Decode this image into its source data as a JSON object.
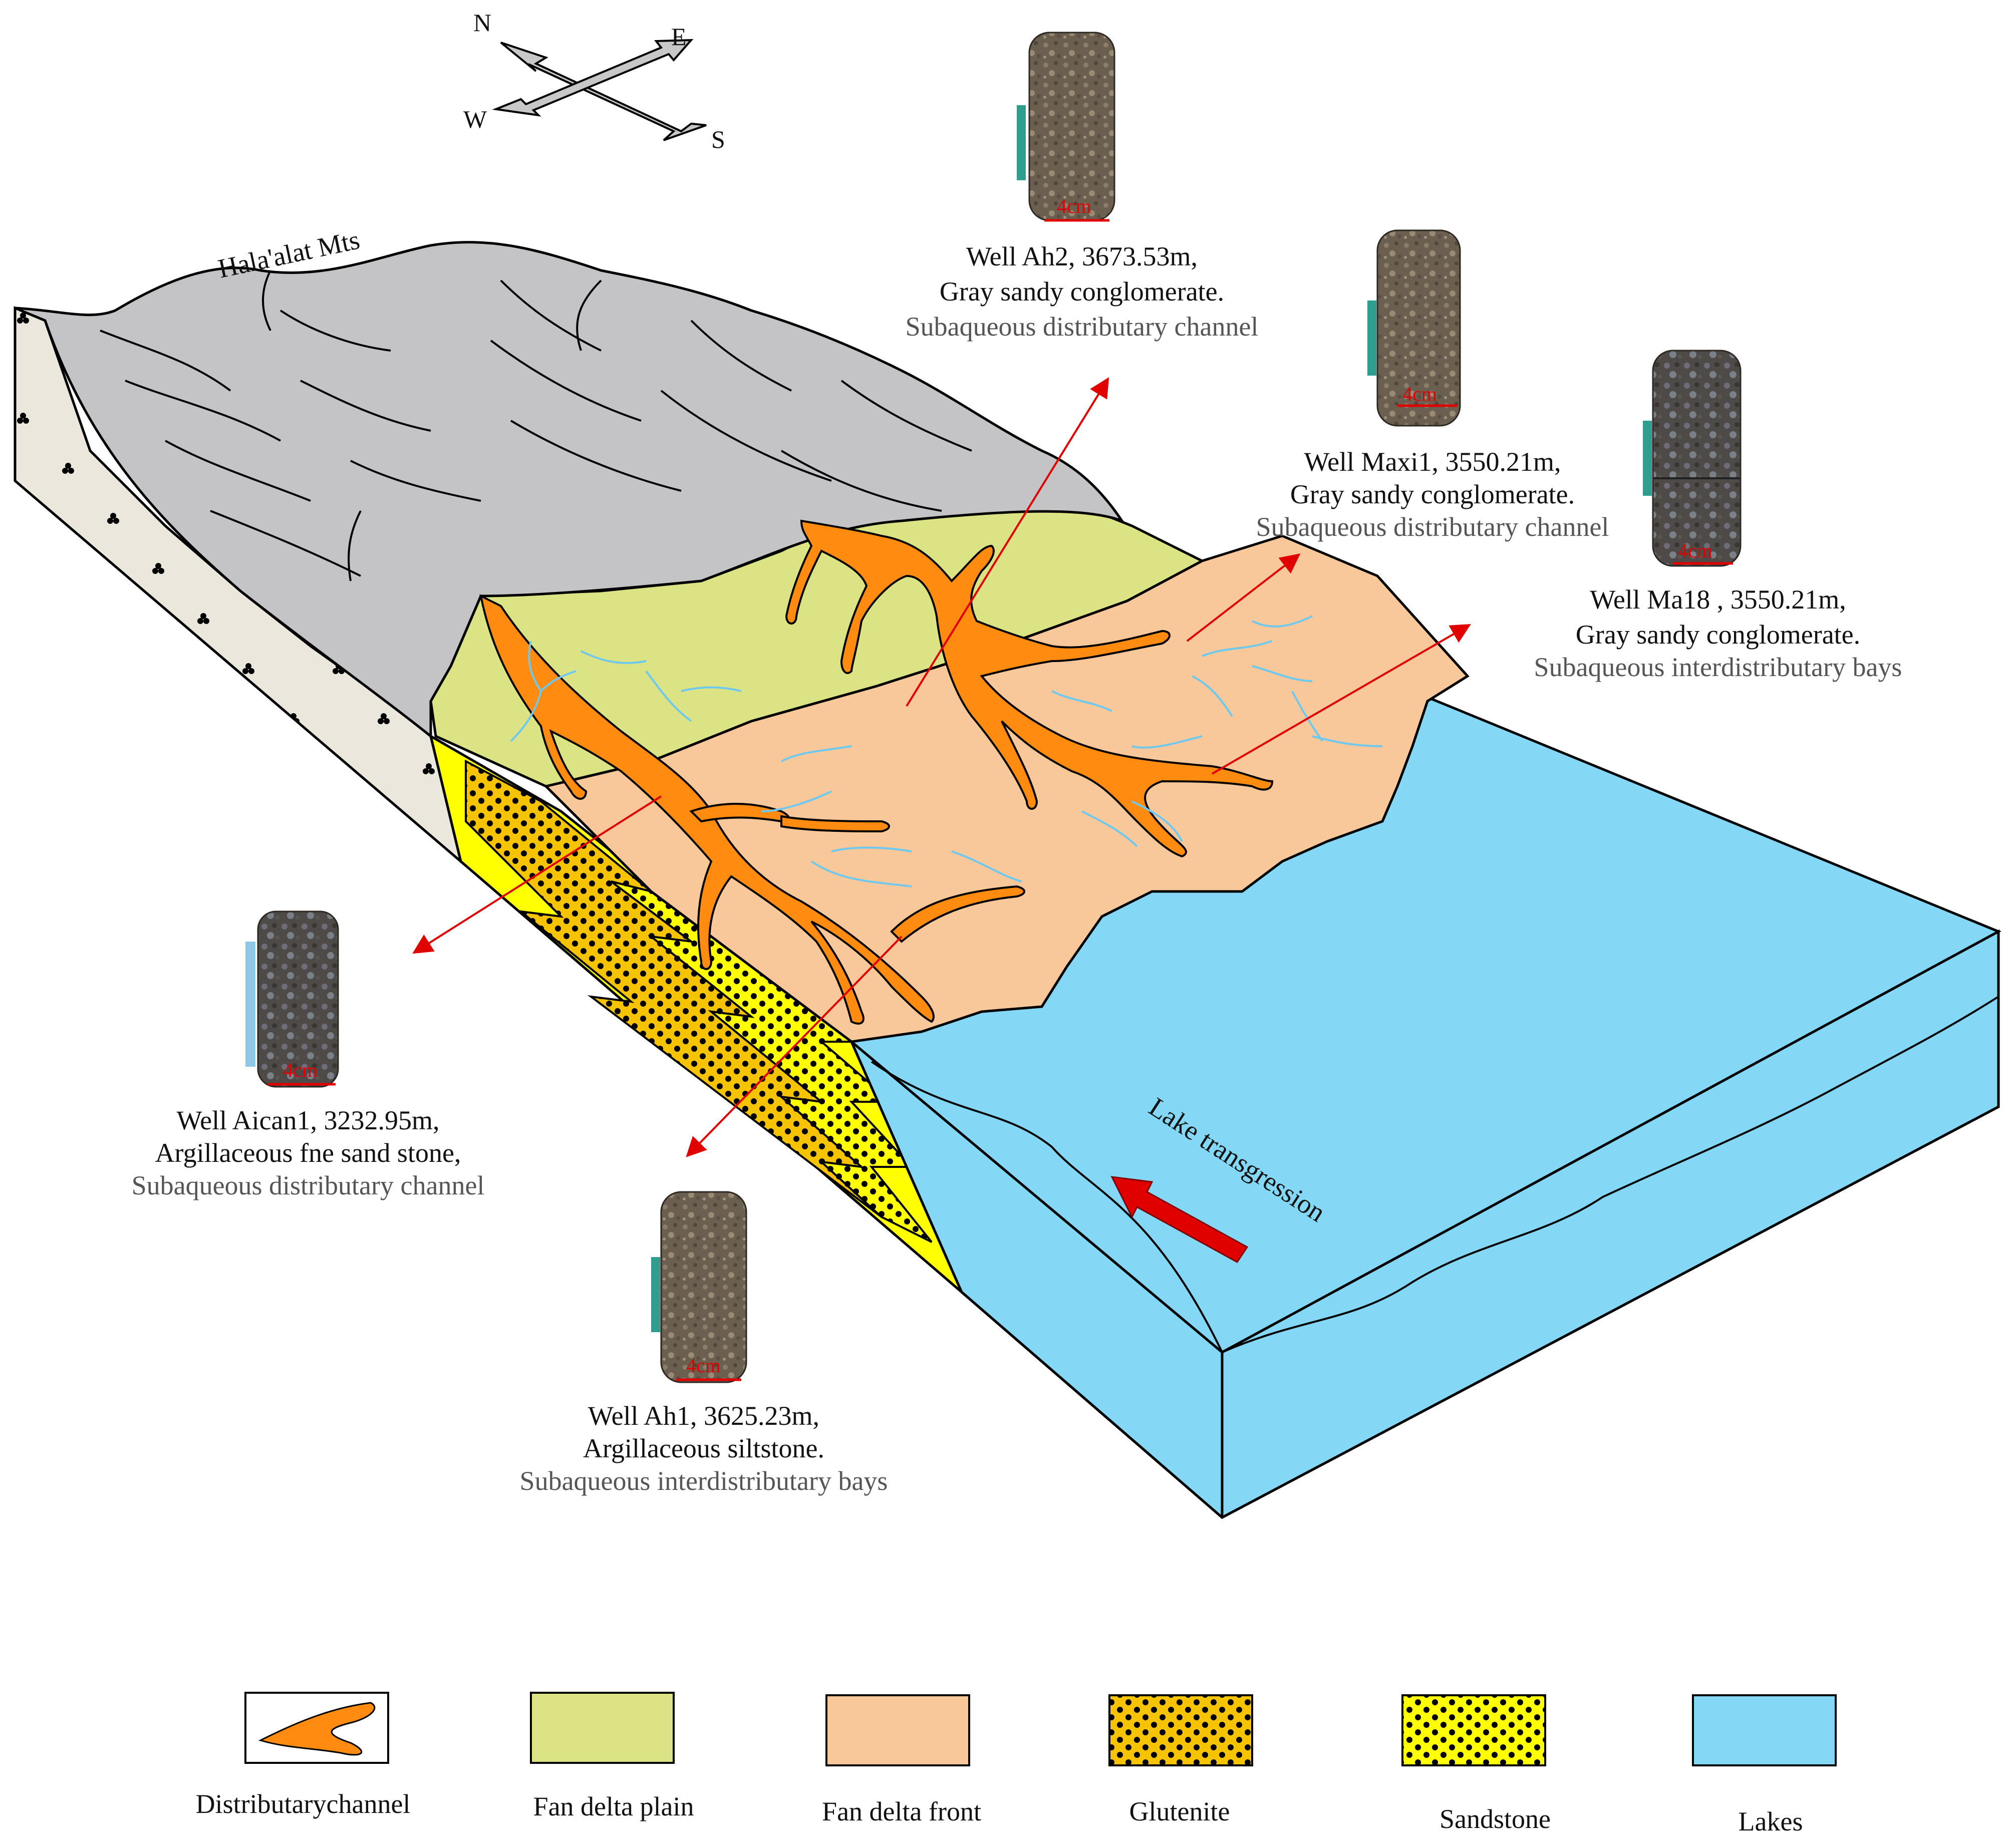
{
  "colors": {
    "mountain": "#c4c4c6",
    "side_wall": "#ebe7dd",
    "fan_delta_plain": "#dbe384",
    "fan_delta_front": "#f8c89a",
    "channel": "#ff8c10",
    "lake": "#84d8f5",
    "glutenite": "#f6c300",
    "sandstone": "#ffff00",
    "arrow_red": "#e00000",
    "stream_blue": "#6fc8ee"
  },
  "compass": {
    "n": "N",
    "e": "E",
    "w": "W",
    "s": "S"
  },
  "mountain_label": "Hala'alat Mts",
  "lake_label": "Lake transgression",
  "scale_label": "4cm",
  "wells": [
    {
      "id": "ah2",
      "line1": "Well Ah2, 3673.53m,",
      "line2": "Gray sandy conglomerate.",
      "line3": "Subaqueous distributary channel"
    },
    {
      "id": "maxi1",
      "line1": "Well Maxi1, 3550.21m,",
      "line2": "Gray sandy conglomerate.",
      "line3": "Subaqueous distributary channel"
    },
    {
      "id": "ma18",
      "line1": "Well Ma18 , 3550.21m,",
      "line2": "Gray sandy conglomerate.",
      "line3": "Subaqueous  interdistributary  bays"
    },
    {
      "id": "aican1",
      "line1": "Well Aican1, 3232.95m,",
      "line2": "Argillaceous fne sand stone,",
      "line3": "Subaqueous distributary channel"
    },
    {
      "id": "ah1",
      "line1": "Well Ah1, 3625.23m,",
      "line2": "Argillaceous siltstone.",
      "line3": "Subaqueous  interdistributary  bays"
    }
  ],
  "legend": [
    {
      "key": "channel",
      "label": "Distributarychannel"
    },
    {
      "key": "plain",
      "label": "Fan delta plain"
    },
    {
      "key": "front",
      "label": "Fan delta front"
    },
    {
      "key": "glutenite",
      "label": "Glutenite"
    },
    {
      "key": "sandstone",
      "label": "Sandstone"
    },
    {
      "key": "lakes",
      "label": "Lakes"
    }
  ]
}
